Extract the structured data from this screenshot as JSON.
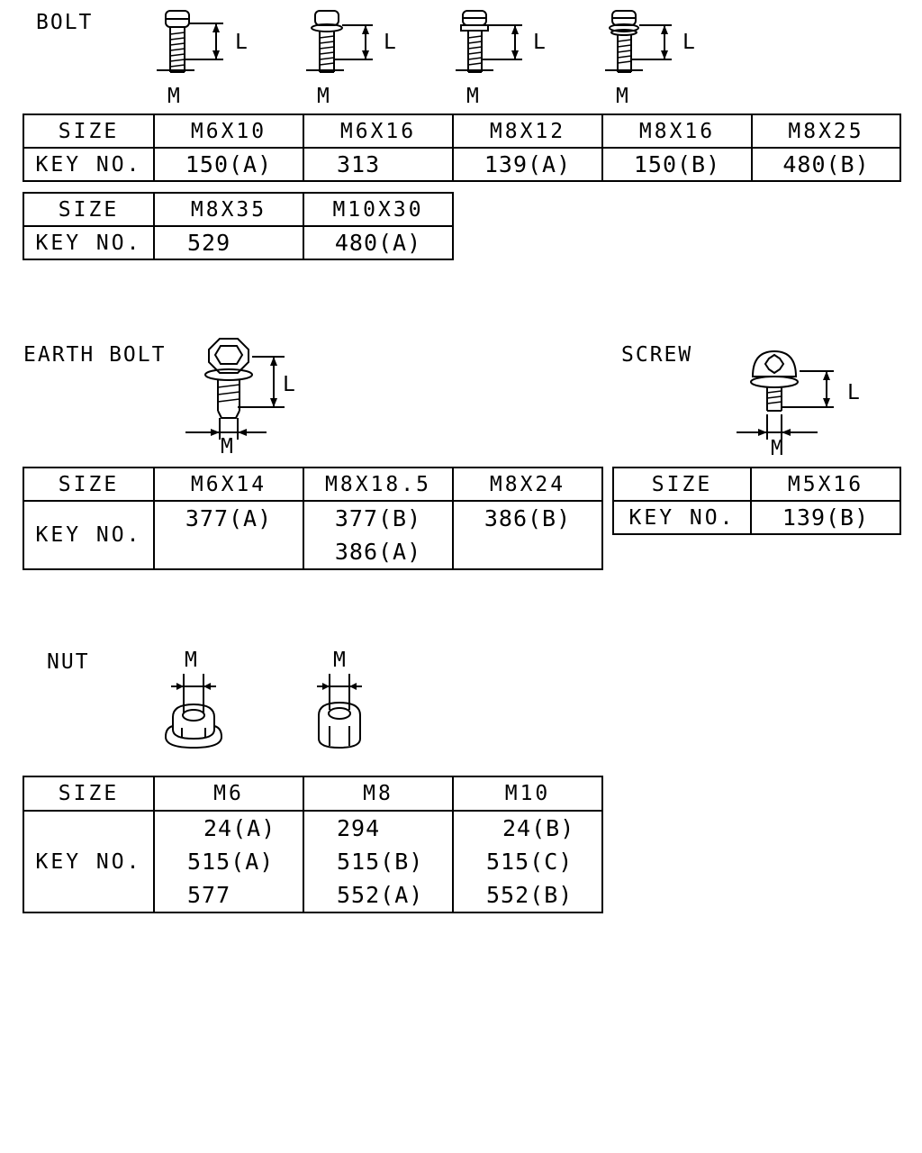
{
  "bolt": {
    "label": "BOLT",
    "dim_m": "M",
    "dim_l": "L",
    "table1": {
      "headers": [
        "SIZE",
        "M6X10",
        "M6X16",
        "M8X12",
        "M8X16",
        "M8X25"
      ],
      "row_label": "KEY NO.",
      "values": [
        "150(A)",
        "313",
        "139(A)",
        "150(B)",
        "480(B)"
      ]
    },
    "table2": {
      "headers": [
        "SIZE",
        "M8X35",
        "M10X30"
      ],
      "row_label": "KEY NO.",
      "values": [
        "529",
        "480(A)"
      ]
    }
  },
  "earth_bolt": {
    "label": "EARTH BOLT",
    "dim_m": "M",
    "dim_l": "L",
    "table": {
      "headers": [
        "SIZE",
        "M6X14",
        "M8X18.5",
        "M8X24"
      ],
      "row_label": "KEY NO.",
      "values": [
        [
          "377(A)"
        ],
        [
          "377(B)",
          "386(A)"
        ],
        [
          "386(B)"
        ]
      ]
    }
  },
  "screw": {
    "label": "SCREW",
    "dim_m": "M",
    "dim_l": "L",
    "table": {
      "headers": [
        "SIZE",
        "M5X16"
      ],
      "row_label": "KEY NO.",
      "values": [
        "139(B)"
      ]
    }
  },
  "nut": {
    "label": "NUT",
    "dim_m": "M",
    "table": {
      "headers": [
        "SIZE",
        "M6",
        "M8",
        "M10"
      ],
      "row_label": "KEY NO.",
      "values": [
        [
          "24(A)",
          "515(A)",
          "577"
        ],
        [
          "294",
          "515(B)",
          "552(A)"
        ],
        [
          "24(B)",
          "515(C)",
          "552(B)"
        ]
      ]
    }
  }
}
